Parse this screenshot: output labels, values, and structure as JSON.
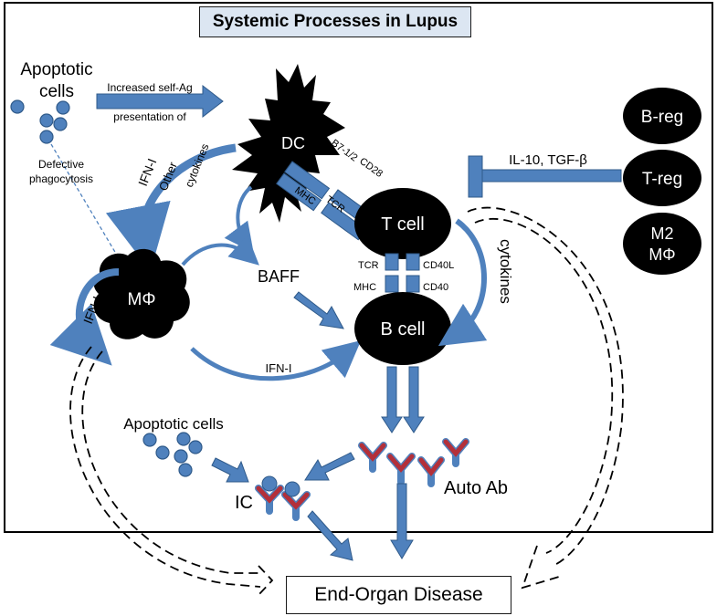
{
  "title": "Systemic Processes in Lupus",
  "outcome": "End-Organ Disease",
  "colors": {
    "arrow_blue": "#4f81bd",
    "arrow_blue_dark": "#3a6aa3",
    "cell_black": "#000000",
    "antibody_red": "#b3303a",
    "title_fill": "#dce6f2"
  },
  "labels": {
    "apoptotic_cells_top_line1": "Apoptotic",
    "apoptotic_cells_top_line2": "cells",
    "increased_self_ag": "Increased self-Ag",
    "presentation_of": "presentation of",
    "defective_line1": "Defective",
    "defective_line2": "phagocytosis",
    "dc": "DC",
    "b7": "B7-1/2",
    "cd28": "CD28",
    "mhc_dc": "MHC",
    "tcr_dc": "TCR",
    "ifn_i_dc": "IFN-I",
    "other": "Other",
    "cytokines_dc": "cytokines",
    "macrophage": "MΦ",
    "ifn_i_macro": "IFN-I",
    "baff": "BAFF",
    "t_cell": "T cell",
    "tcr_b": "TCR",
    "mhc_b": "MHC",
    "cd40l": "CD40L",
    "cd40": "CD40",
    "b_cell": "B cell",
    "cytokines_t": "cytokines",
    "ifn_i_bottom": "IFN-I",
    "il10_tgfb": "IL-10, TGF-β",
    "b_reg": "B-reg",
    "t_reg": "T-reg",
    "m2_line1": "M2",
    "m2_line2": "MΦ",
    "apoptotic_cells_bottom": "Apoptotic  cells",
    "ic": "IC",
    "auto_ab": "Auto Ab"
  }
}
